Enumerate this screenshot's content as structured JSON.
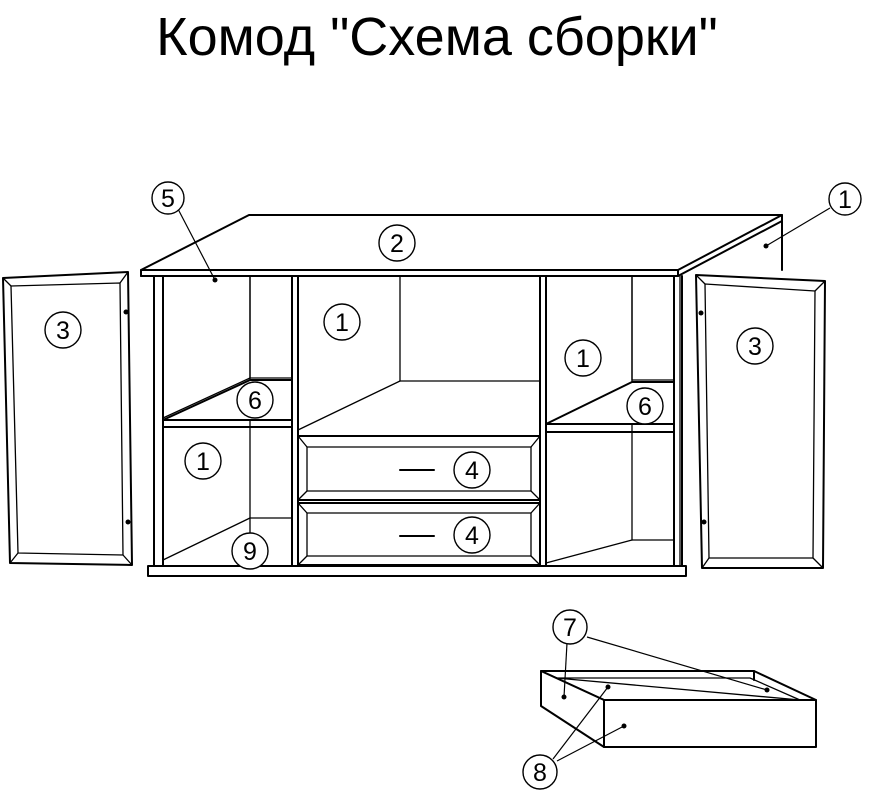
{
  "title": "Комод \"Схема сборки\"",
  "callouts": {
    "c5": "5",
    "c1_top_right": "1",
    "c2": "2",
    "c3_left": "3",
    "c3_right": "3",
    "c1_center": "1",
    "c1_right_side": "1",
    "c6_left": "6",
    "c6_right": "6",
    "c1_left": "1",
    "c4_upper": "4",
    "c4_lower": "4",
    "c9": "9",
    "c7": "7",
    "c8": "8"
  },
  "colors": {
    "line": "#000000",
    "background": "#ffffff"
  }
}
